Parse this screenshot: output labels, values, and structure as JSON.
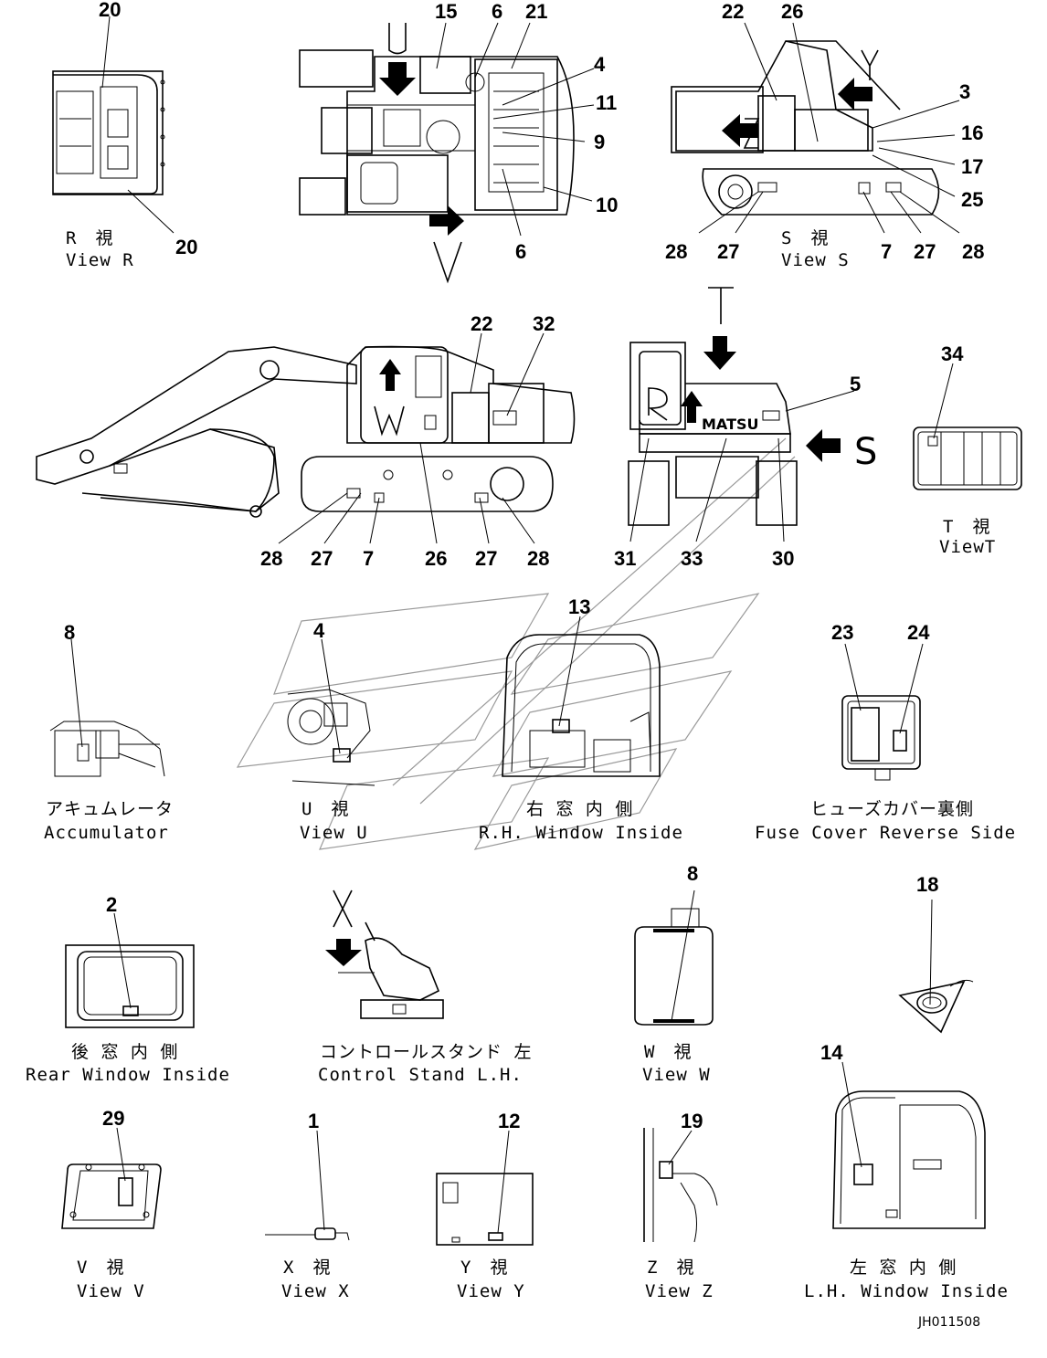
{
  "drawing_id": "JH011508",
  "views": {
    "view_r": {
      "caption_jp": "R　視",
      "caption_en": "View R",
      "callouts": [
        "20",
        "20"
      ]
    },
    "top_view": {
      "arrow_labels": [
        "U",
        "V"
      ],
      "callouts": [
        "15",
        "6",
        "21",
        "4",
        "11",
        "9",
        "10",
        "6"
      ]
    },
    "view_s": {
      "caption_jp": "S　視",
      "caption_en": "View S",
      "arrow_labels": [
        "Y",
        "Z"
      ],
      "callouts": [
        "22",
        "26",
        "3",
        "16",
        "17",
        "25",
        "28",
        "27",
        "7",
        "27",
        "28"
      ]
    },
    "side_view": {
      "arrow_labels": [
        "W"
      ],
      "callouts": [
        "22",
        "32",
        "28",
        "27",
        "7",
        "26",
        "27",
        "28"
      ]
    },
    "rear_view": {
      "arrow_labels": [
        "T",
        "R",
        "S"
      ],
      "logo_text": "MATSU",
      "callouts": [
        "5",
        "31",
        "33",
        "30"
      ]
    },
    "view_t": {
      "caption_jp": "T　視",
      "caption_en": "ViewT",
      "callouts": [
        "34"
      ]
    },
    "accumulator": {
      "caption_jp": "アキュムレータ",
      "caption_en": "Accumulator",
      "callouts": [
        "8"
      ]
    },
    "view_u": {
      "caption_jp": "U　視",
      "caption_en": "View U",
      "callouts": [
        "4"
      ]
    },
    "rh_window": {
      "caption_jp": "右 窓 内 側",
      "caption_en": "R.H. Window Inside",
      "callouts": [
        "13"
      ]
    },
    "fuse_cover": {
      "caption_jp": "ヒューズカバー裏側",
      "caption_en": "Fuse Cover Reverse Side",
      "callouts": [
        "23",
        "24"
      ]
    },
    "rear_window": {
      "caption_jp": "後 窓 内 側",
      "caption_en": "Rear Window Inside",
      "callouts": [
        "2"
      ]
    },
    "control_stand": {
      "caption_jp": "コントロールスタンド 左",
      "caption_en": "Control Stand L.H.",
      "arrow_labels": [
        "X"
      ]
    },
    "view_w": {
      "caption_jp": "W　視",
      "caption_en": "View W",
      "callouts": [
        "8"
      ]
    },
    "item_18": {
      "callouts": [
        "18"
      ]
    },
    "view_v": {
      "caption_jp": "V　視",
      "caption_en": "View V",
      "callouts": [
        "29"
      ]
    },
    "view_x": {
      "caption_jp": "X　視",
      "caption_en": "View X",
      "callouts": [
        "1"
      ]
    },
    "view_y": {
      "caption_jp": "Y　視",
      "caption_en": "View Y",
      "callouts": [
        "12"
      ]
    },
    "view_z": {
      "caption_jp": "Z　視",
      "caption_en": "View Z",
      "callouts": [
        "19"
      ]
    },
    "lh_window": {
      "caption_jp": "左 窓 内 側",
      "caption_en": "L.H. Window Inside",
      "callouts": [
        "14"
      ]
    }
  }
}
